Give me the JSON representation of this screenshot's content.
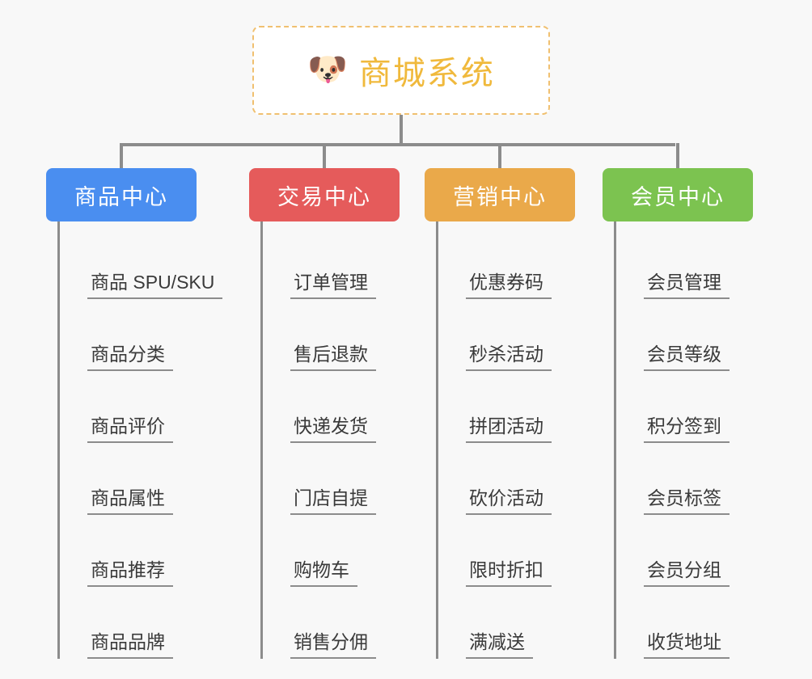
{
  "canvas": {
    "background_color": "#f8f8f8",
    "line_color": "#8c8c8c"
  },
  "root": {
    "title": "商城系统",
    "emoji": "🐶",
    "emoji_name": "dog-face-emoji",
    "border_color": "#f0c070",
    "text_color": "#f0b93c",
    "background_color": "#ffffff"
  },
  "categories": [
    {
      "label": "商品中心",
      "color": "#4a8ef0",
      "items": [
        "商品 SPU/SKU",
        "商品分类",
        "商品评价",
        "商品属性",
        "商品推荐",
        "商品品牌"
      ]
    },
    {
      "label": "交易中心",
      "color": "#e55b5b",
      "items": [
        "订单管理",
        "售后退款",
        "快递发货",
        "门店自提",
        "购物车",
        "销售分佣"
      ]
    },
    {
      "label": "营销中心",
      "color": "#eaa94a",
      "items": [
        "优惠券码",
        "秒杀活动",
        "拼团活动",
        "砍价活动",
        "限时折扣",
        "满减送"
      ]
    },
    {
      "label": "会员中心",
      "color": "#7cc350",
      "items": [
        "会员管理",
        "会员等级",
        "积分签到",
        "会员标签",
        "会员分组",
        "收货地址"
      ]
    }
  ]
}
